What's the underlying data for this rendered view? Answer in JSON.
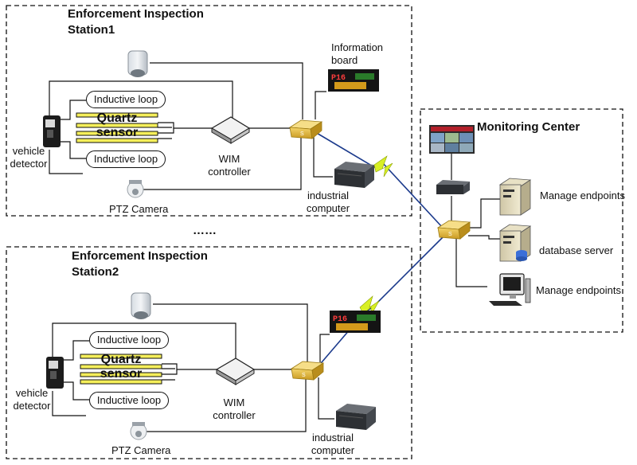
{
  "station1": {
    "title_line1": "Enforcement Inspection",
    "title_line2": "Station1",
    "inductive_loop_top": "Inductive loop",
    "inductive_loop_bottom": "Inductive loop",
    "quartz_line1": "Quartz",
    "quartz_line2": "sensor",
    "vehicle_detector": [
      "vehicle",
      "detector"
    ],
    "wim_controller": [
      "WIM",
      "controller"
    ],
    "ptz_camera": "PTZ Camera",
    "industrial_computer": [
      "industrial",
      "computer"
    ],
    "information_board": [
      "Information",
      "board"
    ]
  },
  "ellipsis": "……",
  "station2": {
    "title_line1": "Enforcement Inspection",
    "title_line2": "Station2",
    "inductive_loop_top": "Inductive loop",
    "inductive_loop_bottom": "Inductive loop",
    "quartz_line1": "Quartz",
    "quartz_line2": "sensor",
    "vehicle_detector": [
      "vehicle",
      "detector"
    ],
    "wim_controller": [
      "WIM",
      "controller"
    ],
    "ptz_camera": "PTZ Camera",
    "industrial_computer": [
      "industrial",
      "computer"
    ]
  },
  "monitoring_center": {
    "title": "Monitoring Center",
    "manage_endpoints_1": "Manage endpoints",
    "database_server": "database server",
    "manage_endpoints_2": "Manage endpoints"
  },
  "colors": {
    "quartz": "#f5ef5a",
    "switch": "#e2b93c",
    "wireless_link": "#1b3a8c",
    "lightning": "#d8ef24"
  }
}
